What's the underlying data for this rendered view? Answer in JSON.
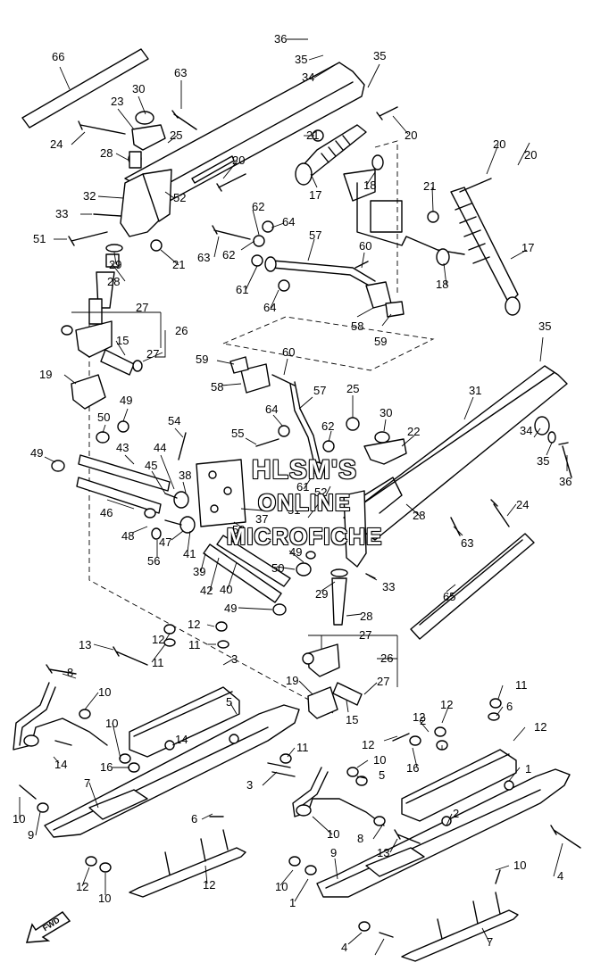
{
  "watermark": {
    "line1": "HLSM'S",
    "line2": "ONLINE",
    "line3": "MICROFICHE"
  },
  "fwd_label": "FWD",
  "callouts": [
    {
      "n": "36"
    },
    {
      "n": "35"
    },
    {
      "n": "34"
    },
    {
      "n": "35"
    },
    {
      "n": "66"
    },
    {
      "n": "63"
    },
    {
      "n": "30"
    },
    {
      "n": "23"
    },
    {
      "n": "24"
    },
    {
      "n": "25"
    },
    {
      "n": "21"
    },
    {
      "n": "20"
    },
    {
      "n": "20"
    },
    {
      "n": "28"
    },
    {
      "n": "20"
    },
    {
      "n": "17"
    },
    {
      "n": "18"
    },
    {
      "n": "52"
    },
    {
      "n": "32"
    },
    {
      "n": "33"
    },
    {
      "n": "51"
    },
    {
      "n": "29"
    },
    {
      "n": "21"
    },
    {
      "n": "28"
    },
    {
      "n": "62"
    },
    {
      "n": "64"
    },
    {
      "n": "63"
    },
    {
      "n": "62"
    },
    {
      "n": "61"
    },
    {
      "n": "57"
    },
    {
      "n": "60"
    },
    {
      "n": "21"
    },
    {
      "n": "20"
    },
    {
      "n": "17"
    },
    {
      "n": "18"
    },
    {
      "n": "27"
    },
    {
      "n": "26"
    },
    {
      "n": "15"
    },
    {
      "n": "27"
    },
    {
      "n": "64"
    },
    {
      "n": "58"
    },
    {
      "n": "59"
    },
    {
      "n": "35"
    },
    {
      "n": "19"
    },
    {
      "n": "59"
    },
    {
      "n": "60"
    },
    {
      "n": "58"
    },
    {
      "n": "57"
    },
    {
      "n": "25"
    },
    {
      "n": "30"
    },
    {
      "n": "31"
    },
    {
      "n": "64"
    },
    {
      "n": "62"
    },
    {
      "n": "22"
    },
    {
      "n": "49"
    },
    {
      "n": "50"
    },
    {
      "n": "54"
    },
    {
      "n": "55"
    },
    {
      "n": "49"
    },
    {
      "n": "43"
    },
    {
      "n": "44"
    },
    {
      "n": "45"
    },
    {
      "n": "38"
    },
    {
      "n": "34"
    },
    {
      "n": "35"
    },
    {
      "n": "36"
    },
    {
      "n": "46"
    },
    {
      "n": "61"
    },
    {
      "n": "52"
    },
    {
      "n": "28"
    },
    {
      "n": "24"
    },
    {
      "n": "37"
    },
    {
      "n": "53"
    },
    {
      "n": "51"
    },
    {
      "n": "48"
    },
    {
      "n": "47"
    },
    {
      "n": "41"
    },
    {
      "n": "56"
    },
    {
      "n": "63"
    },
    {
      "n": "49"
    },
    {
      "n": "39"
    },
    {
      "n": "50"
    },
    {
      "n": "42"
    },
    {
      "n": "40"
    },
    {
      "n": "29"
    },
    {
      "n": "33"
    },
    {
      "n": "65"
    },
    {
      "n": "49"
    },
    {
      "n": "28"
    },
    {
      "n": "12"
    },
    {
      "n": "11"
    },
    {
      "n": "27"
    },
    {
      "n": "13"
    },
    {
      "n": "12"
    },
    {
      "n": "11"
    },
    {
      "n": "3"
    },
    {
      "n": "26"
    },
    {
      "n": "8"
    },
    {
      "n": "10"
    },
    {
      "n": "19"
    },
    {
      "n": "27"
    },
    {
      "n": "15"
    },
    {
      "n": "5"
    },
    {
      "n": "12"
    },
    {
      "n": "11"
    },
    {
      "n": "10"
    },
    {
      "n": "6"
    },
    {
      "n": "12"
    },
    {
      "n": "14"
    },
    {
      "n": "16"
    },
    {
      "n": "11"
    },
    {
      "n": "3"
    },
    {
      "n": "2"
    },
    {
      "n": "12"
    },
    {
      "n": "14"
    },
    {
      "n": "12"
    },
    {
      "n": "16"
    },
    {
      "n": "10"
    },
    {
      "n": "5"
    },
    {
      "n": "1"
    },
    {
      "n": "7"
    },
    {
      "n": "10"
    },
    {
      "n": "9"
    },
    {
      "n": "6"
    },
    {
      "n": "2"
    },
    {
      "n": "10"
    },
    {
      "n": "8"
    },
    {
      "n": "13"
    },
    {
      "n": "4"
    },
    {
      "n": "12"
    },
    {
      "n": "10"
    },
    {
      "n": "1"
    },
    {
      "n": "9"
    },
    {
      "n": "10"
    },
    {
      "n": "12"
    },
    {
      "n": "10"
    },
    {
      "n": "4"
    },
    {
      "n": "7"
    }
  ]
}
